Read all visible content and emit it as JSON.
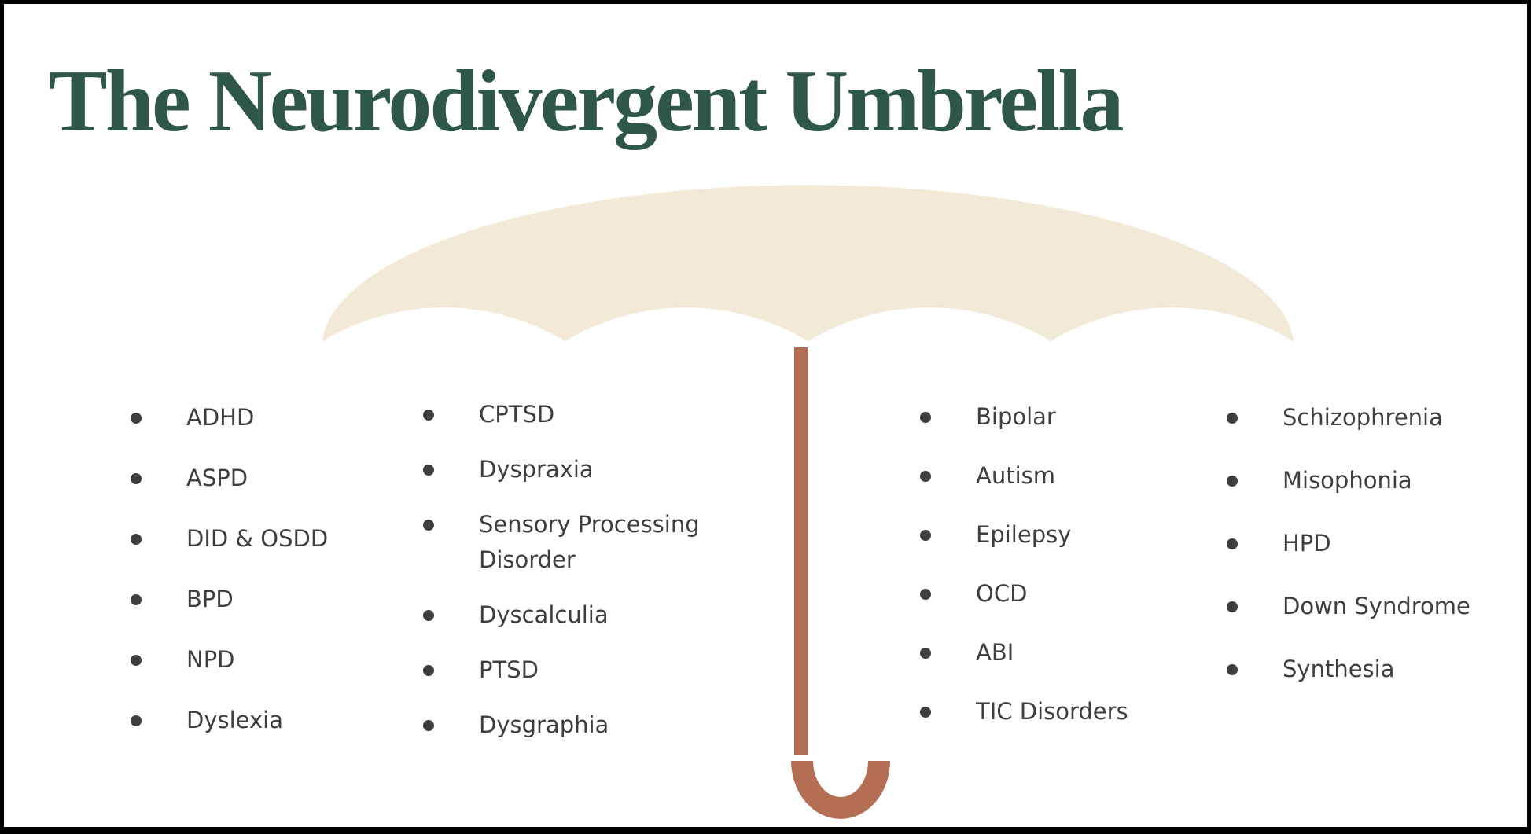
{
  "title": "The Neurodivergent Umbrella",
  "colors": {
    "title_green": "#2E574A",
    "canopy_cream": "#F2EAD7",
    "handle_terracotta": "#B36E53",
    "text_dark": "#3E3E3E",
    "border_black": "#000000",
    "bg_white": "#FFFFFF"
  },
  "columns": [
    {
      "items": [
        "ADHD",
        "ASPD",
        "DID & OSDD",
        "BPD",
        "NPD",
        "Dyslexia"
      ]
    },
    {
      "items": [
        "CPTSD",
        "Dyspraxia",
        "Sensory Processing Disorder",
        "Dyscalculia",
        "PTSD",
        "Dysgraphia"
      ]
    },
    {
      "items": [
        "Bipolar",
        "Autism",
        "Epilepsy",
        "OCD",
        "ABI",
        "TIC Disorders"
      ]
    },
    {
      "items": [
        "Schizophrenia",
        "Misophonia",
        "HPD",
        "Down Syndrome",
        "Synthesia"
      ]
    }
  ]
}
